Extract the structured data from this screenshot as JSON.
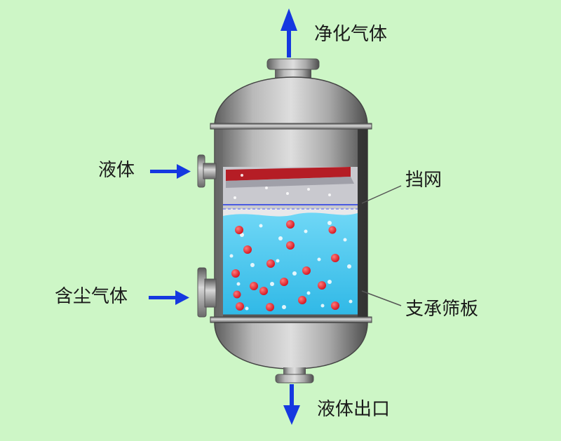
{
  "labels": {
    "purified_gas": "净化气体",
    "liquid_in": "液体",
    "baffle_net": "挡网",
    "dusty_gas": "含尘气体",
    "support_sieve_plate": "支承筛板",
    "liquid_outlet": "液体出口"
  },
  "colors": {
    "background": "#cdf6c6",
    "arrow": "#1538e0",
    "liquid": "#3fc3ee",
    "droplet": "#e5202a",
    "vessel_metal": "#9a9a9a"
  }
}
